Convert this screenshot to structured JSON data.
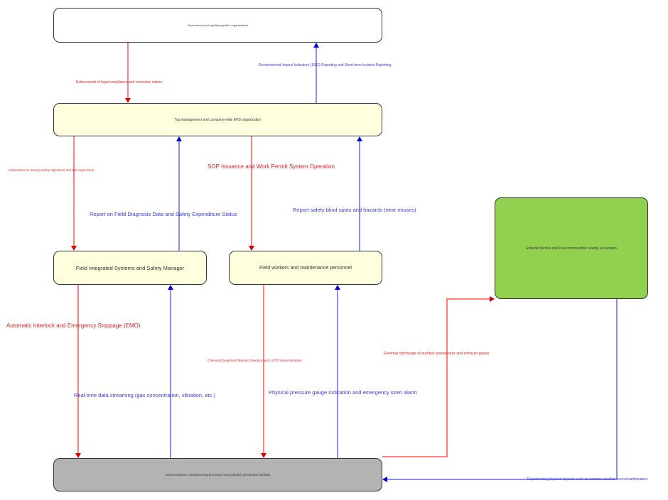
{
  "colors": {
    "red_arrow": "#ff5555",
    "red_head": "#dd0000",
    "blue_arrow": "#6666ee",
    "blue_head": "#0000dd",
    "red_text": "#e02020",
    "blue_text": "#3a3ae0",
    "node_yellow": "#ffffdd",
    "node_white": "#ffffff",
    "node_green": "#92d050",
    "node_gray": "#b3b3b3",
    "node_border": "#333333"
  },
  "nodes": {
    "government": "Government and regulatory/public organizations",
    "top_management": "Top management and company-wide EHS organization",
    "field_manager": "Field Integrated Systems and Safety Manager",
    "field_workers": "Field workers and maintenance personnel",
    "external": "External factors and local communities nearby ecosystem",
    "facilities": "Semiconductor manufacturing processes and pollution prevention facilities"
  },
  "edges": {
    "enforcement": "Enforcement of legal compliance and corrective orders",
    "esg": "Environmental Impact Indicators (ESG) Reporting and Short-term Incident Reporting",
    "instructions": "Instructions for issuing safety objectives and site supervision",
    "sop": "SOP Issuance and Work Permit System Operation",
    "field_diagnosis": "Report on Field Diagnosis Data and Safety Expenditure Status",
    "blind_spots": "Report safety blind spots and hazards (near misses)",
    "emo": "Automatic Interlock and Emergency Stoppage (EMO)",
    "streaming": "Real-time data streaming (gas concentration, vibration, etc.)",
    "chemical": "Chemical Equipment Manual Operation and LOTO Implementation",
    "pressure": "Physical pressure gauge indication and emergency siren alarm",
    "discharge": "External discharge of purified wastewater and exhaust gases",
    "physical_impacts": "- Experiencing physical impacts such as extreme weather events/earthquakes"
  }
}
